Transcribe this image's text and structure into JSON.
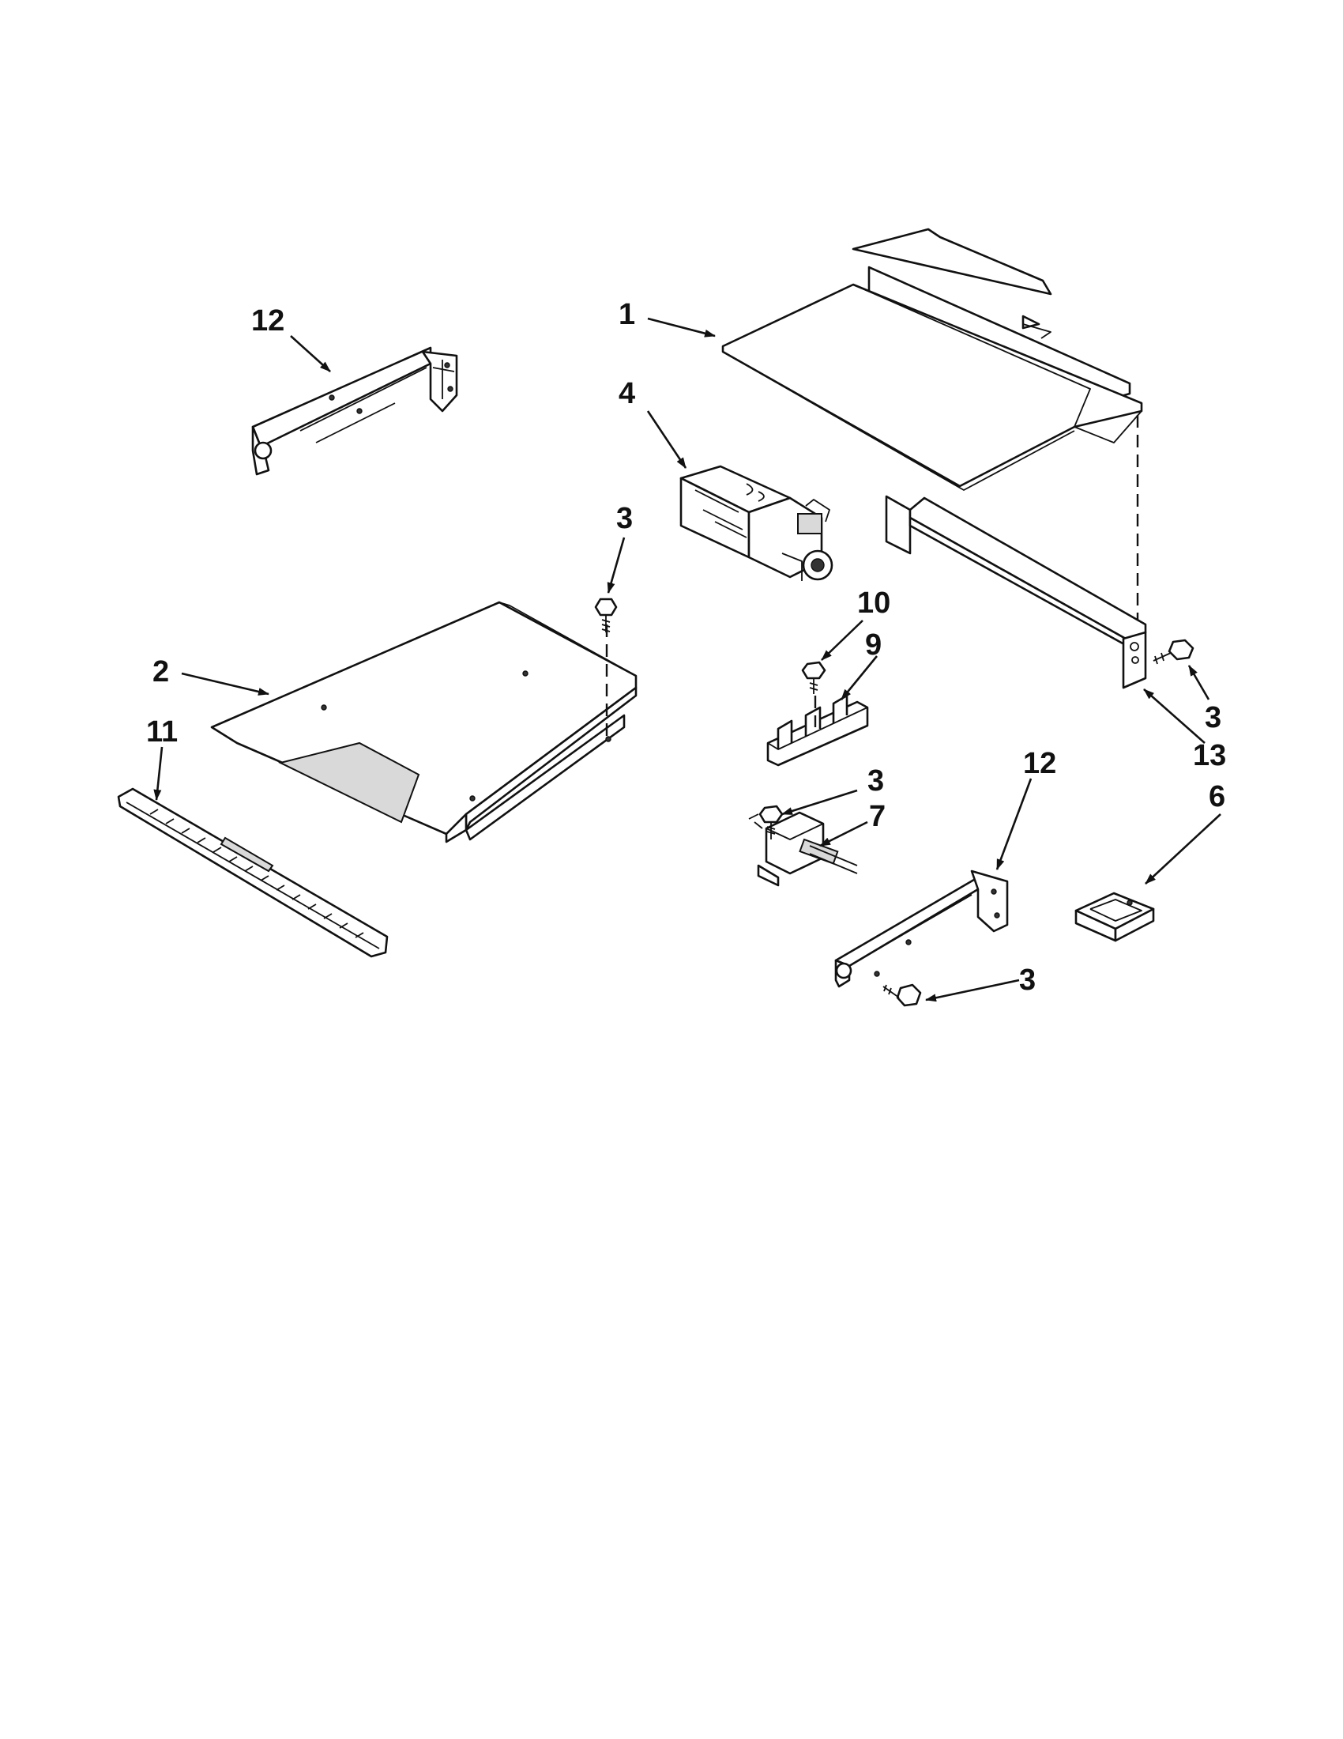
{
  "diagram": {
    "callouts": [
      {
        "key": "c1",
        "text": "1"
      },
      {
        "key": "c2",
        "text": "2"
      },
      {
        "key": "c3a",
        "text": "3"
      },
      {
        "key": "c3b",
        "text": "3"
      },
      {
        "key": "c3c",
        "text": "3"
      },
      {
        "key": "c3d",
        "text": "3"
      },
      {
        "key": "c4",
        "text": "4"
      },
      {
        "key": "c6",
        "text": "6"
      },
      {
        "key": "c7",
        "text": "7"
      },
      {
        "key": "c9",
        "text": "9"
      },
      {
        "key": "c10",
        "text": "10"
      },
      {
        "key": "c11",
        "text": "11"
      },
      {
        "key": "c12a",
        "text": "12"
      },
      {
        "key": "c12b",
        "text": "12"
      },
      {
        "key": "c13",
        "text": "13"
      }
    ]
  }
}
